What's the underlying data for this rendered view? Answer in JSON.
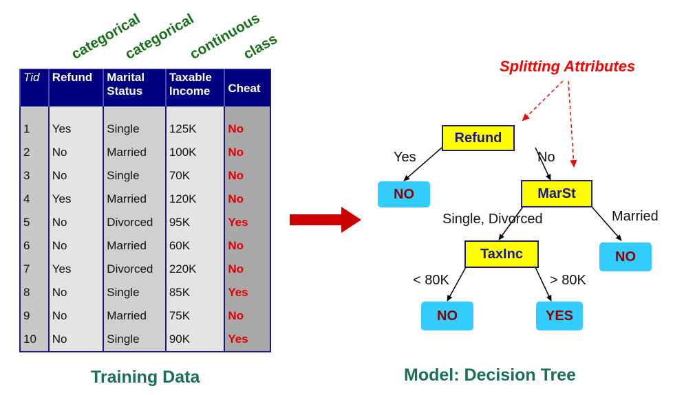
{
  "column_types": [
    "categorical",
    "categorical",
    "continuous",
    "class"
  ],
  "table": {
    "headers": [
      {
        "line1": "Tid",
        "line2": ""
      },
      {
        "line1": "Refund",
        "line2": ""
      },
      {
        "line1": "Marital",
        "line2": "Status"
      },
      {
        "line1": "Taxable",
        "line2": "Income"
      },
      {
        "line1": "Cheat",
        "line2": ""
      }
    ],
    "rows": [
      [
        "1",
        "Yes",
        "Single",
        "125K",
        "No"
      ],
      [
        "2",
        "No",
        "Married",
        "100K",
        "No"
      ],
      [
        "3",
        "No",
        "Single",
        "70K",
        "No"
      ],
      [
        "4",
        "Yes",
        "Married",
        "120K",
        "No"
      ],
      [
        "5",
        "No",
        "Divorced",
        "95K",
        "Yes"
      ],
      [
        "6",
        "No",
        "Married",
        "60K",
        "No"
      ],
      [
        "7",
        "Yes",
        "Divorced",
        "220K",
        "No"
      ],
      [
        "8",
        "No",
        "Single",
        "85K",
        "Yes"
      ],
      [
        "9",
        "No",
        "Married",
        "75K",
        "No"
      ],
      [
        "10",
        "No",
        "Single",
        "90K",
        "Yes"
      ]
    ]
  },
  "captions": {
    "left": "Training Data",
    "right": "Model:  Decision Tree"
  },
  "tree": {
    "splitting_label": "Splitting Attributes",
    "nodes": {
      "refund": "Refund",
      "marst": "MarSt",
      "taxinc": "TaxInc",
      "leaf_no_refund": "NO",
      "leaf_no_married": "NO",
      "leaf_no_taxinc": "NO",
      "leaf_yes_taxinc": "YES"
    },
    "edges": {
      "refund_yes": "Yes",
      "refund_no": "No",
      "marst_single_divorced": "Single, Divorced",
      "marst_married": "Married",
      "taxinc_lt": "< 80K",
      "taxinc_gt": "> 80K"
    }
  },
  "colors": {
    "table_header": "#000080",
    "class_value": "#e00000",
    "split_node": "#ffff00",
    "leaf_node": "#33ccff",
    "leaf_text": "#8b0000",
    "arrow": "#cc0000",
    "caption": "#1a6e5a",
    "column_type": "#1a6e1a"
  }
}
